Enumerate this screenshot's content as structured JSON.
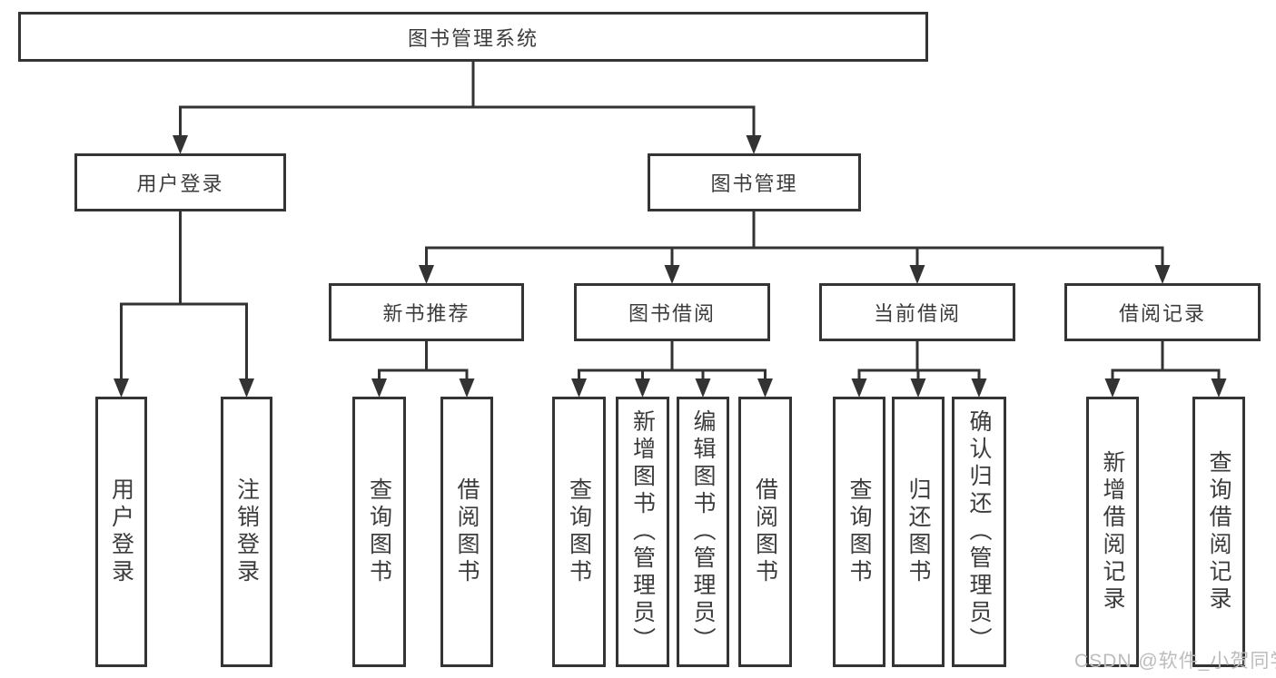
{
  "tree": {
    "label": "图书管理系统",
    "children": [
      {
        "label": "用户登录",
        "children": [
          {
            "label": "用户登录"
          },
          {
            "label": "注销登录"
          }
        ]
      },
      {
        "label": "图书管理",
        "children": [
          {
            "label": "新书推荐",
            "children": [
              {
                "label": "查询图书"
              },
              {
                "label": "借阅图书"
              }
            ]
          },
          {
            "label": "图书借阅",
            "children": [
              {
                "label": "查询图书"
              },
              {
                "label": "新增图书（管理员）"
              },
              {
                "label": "编辑图书（管理员）"
              },
              {
                "label": "借阅图书"
              }
            ]
          },
          {
            "label": "当前借阅",
            "children": [
              {
                "label": "查询图书"
              },
              {
                "label": "归还图书"
              },
              {
                "label": "确认归还（管理员）"
              }
            ]
          },
          {
            "label": "借阅记录",
            "children": [
              {
                "label": "新增借阅记录"
              },
              {
                "label": "查询借阅记录"
              }
            ]
          }
        ]
      }
    ]
  },
  "watermark": "CSDN @软件_小贺同学",
  "colors": {
    "line": "#333333",
    "box_border": "#343434",
    "text": "#3c3c3c",
    "watermark": "#bcbcbc",
    "background": "#ffffff"
  }
}
